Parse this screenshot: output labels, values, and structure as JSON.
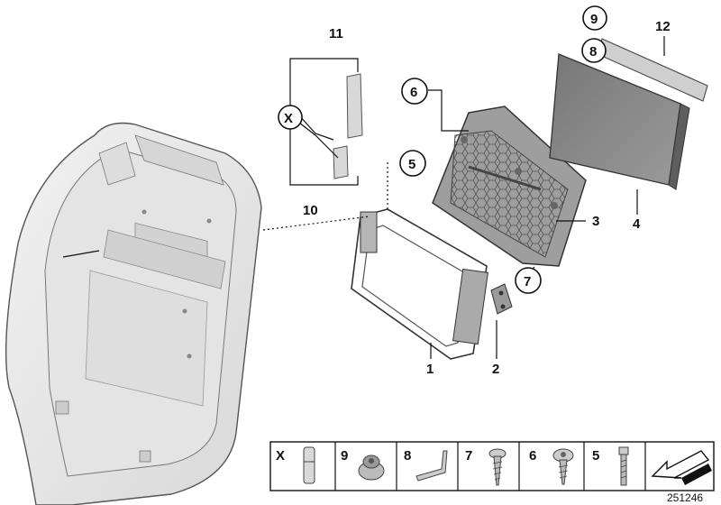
{
  "callouts": {
    "c1": "1",
    "c2": "2",
    "c3": "3",
    "c4": "4",
    "c5": "5",
    "c6": "6",
    "c7": "7",
    "c8": "8",
    "c9": "9",
    "c10": "10",
    "c11": "11",
    "c12": "12",
    "cx": "X"
  },
  "legend": {
    "items": [
      "X",
      "9",
      "8",
      "7",
      "6",
      "5"
    ]
  },
  "document_id": "251246",
  "colors": {
    "line": "#111111",
    "shell_fill": "#e9e9e9",
    "part_fill": "#bdbdbd",
    "panel_fill": "#8c8c8c",
    "dark": "#5a5a5a"
  },
  "icons": {
    "arrow": "direction-arrow-icon"
  }
}
